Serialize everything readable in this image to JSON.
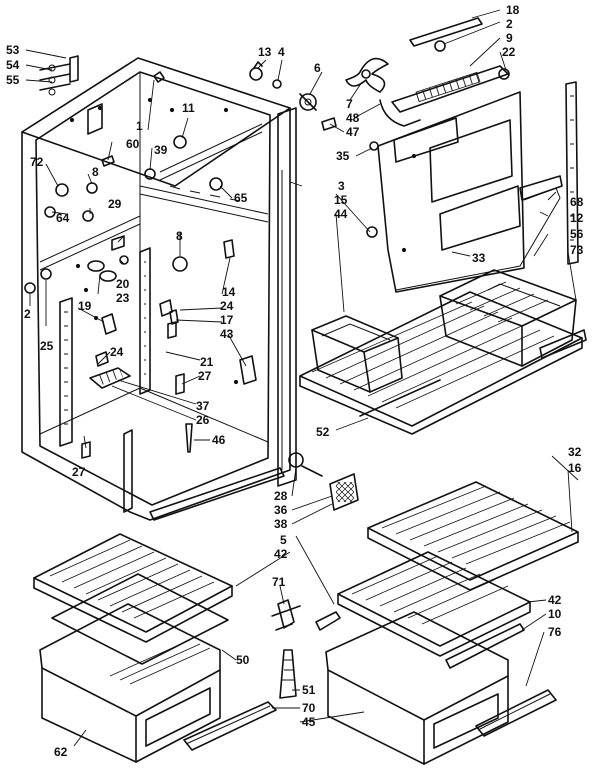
{
  "diagram": {
    "callouts": [
      {
        "id": "c53",
        "text": "53"
      },
      {
        "id": "c54",
        "text": "54"
      },
      {
        "id": "c55",
        "text": "55"
      },
      {
        "id": "c13",
        "text": "13"
      },
      {
        "id": "c4a",
        "text": "4"
      },
      {
        "id": "c6",
        "text": "6"
      },
      {
        "id": "c18",
        "text": "18"
      },
      {
        "id": "c2a",
        "text": "2"
      },
      {
        "id": "c9",
        "text": "9"
      },
      {
        "id": "c22",
        "text": "22"
      },
      {
        "id": "c7",
        "text": "7"
      },
      {
        "id": "c48",
        "text": "48"
      },
      {
        "id": "c47",
        "text": "47"
      },
      {
        "id": "c35",
        "text": "35"
      },
      {
        "id": "c1",
        "text": "1"
      },
      {
        "id": "c11",
        "text": "11"
      },
      {
        "id": "c60",
        "text": "60"
      },
      {
        "id": "c39",
        "text": "39"
      },
      {
        "id": "c72",
        "text": "72"
      },
      {
        "id": "c8a",
        "text": "8"
      },
      {
        "id": "c29",
        "text": "29"
      },
      {
        "id": "c64",
        "text": "64"
      },
      {
        "id": "c65",
        "text": "65"
      },
      {
        "id": "c3",
        "text": "3"
      },
      {
        "id": "c15",
        "text": "15"
      },
      {
        "id": "c44",
        "text": "44"
      },
      {
        "id": "c68",
        "text": "68"
      },
      {
        "id": "c12",
        "text": "12"
      },
      {
        "id": "c56",
        "text": "56"
      },
      {
        "id": "c73",
        "text": "73"
      },
      {
        "id": "c8b",
        "text": "8"
      },
      {
        "id": "c20",
        "text": "20"
      },
      {
        "id": "c23",
        "text": "23"
      },
      {
        "id": "c14",
        "text": "14"
      },
      {
        "id": "c24a",
        "text": "24"
      },
      {
        "id": "c17",
        "text": "17"
      },
      {
        "id": "c43",
        "text": "43"
      },
      {
        "id": "c33",
        "text": "33"
      },
      {
        "id": "c2b",
        "text": "2"
      },
      {
        "id": "c25",
        "text": "25"
      },
      {
        "id": "c19",
        "text": "19"
      },
      {
        "id": "c24b",
        "text": "24"
      },
      {
        "id": "c21",
        "text": "21"
      },
      {
        "id": "c27a",
        "text": "27"
      },
      {
        "id": "c37",
        "text": "37"
      },
      {
        "id": "c26",
        "text": "26"
      },
      {
        "id": "c46",
        "text": "46"
      },
      {
        "id": "c27b",
        "text": "27"
      },
      {
        "id": "c52",
        "text": "52"
      },
      {
        "id": "c28",
        "text": "28"
      },
      {
        "id": "c36",
        "text": "36"
      },
      {
        "id": "c38",
        "text": "38"
      },
      {
        "id": "c5",
        "text": "5"
      },
      {
        "id": "c42a",
        "text": "42"
      },
      {
        "id": "c32",
        "text": "32"
      },
      {
        "id": "c16",
        "text": "16"
      },
      {
        "id": "c42b",
        "text": "42"
      },
      {
        "id": "c10",
        "text": "10"
      },
      {
        "id": "c76",
        "text": "76"
      },
      {
        "id": "c71",
        "text": "71"
      },
      {
        "id": "c50",
        "text": "50"
      },
      {
        "id": "c51",
        "text": "51"
      },
      {
        "id": "c70",
        "text": "70"
      },
      {
        "id": "c45",
        "text": "45"
      },
      {
        "id": "c62",
        "text": "62"
      }
    ]
  }
}
